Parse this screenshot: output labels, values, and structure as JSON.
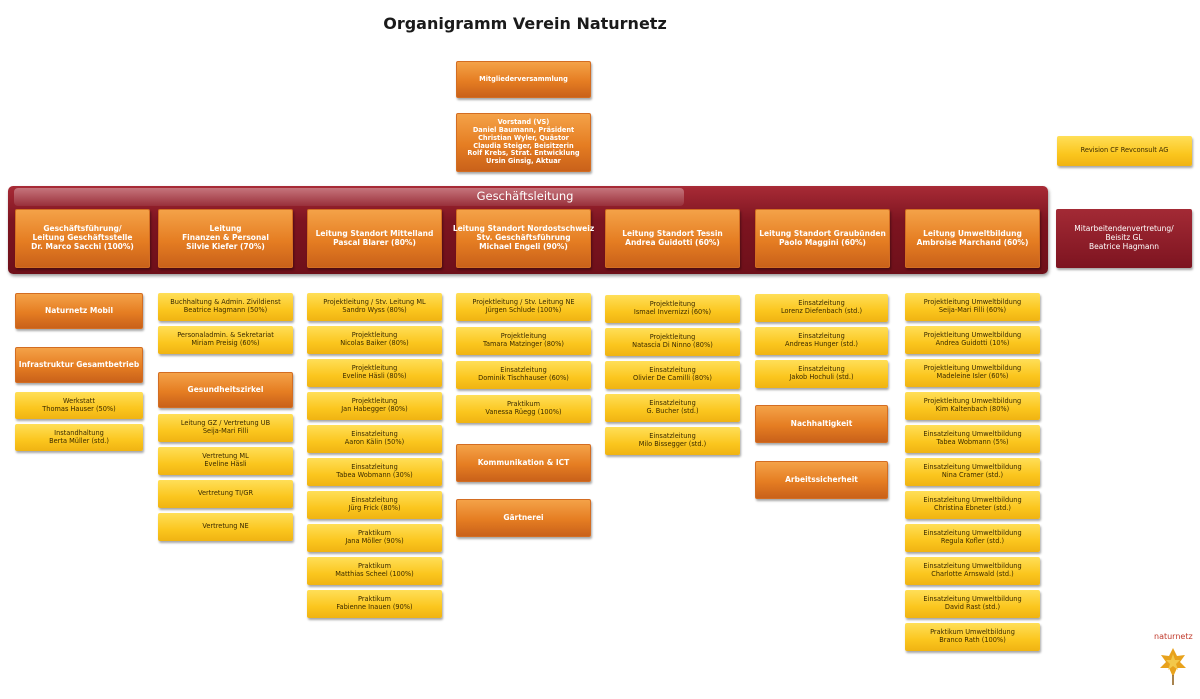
{
  "title": "Organigramm Verein Naturnetz",
  "gl_title": "Geschäftsleitung",
  "logo_text": "naturnetz",
  "colors": {
    "yellow": "#fbc61e",
    "orange": "#e57d22",
    "darkred": "#7d1420"
  },
  "top": {
    "mitglieder": [
      "Mitgliederversammlung"
    ],
    "vorstand": [
      "Vorstand (VS)",
      "Daniel Baumann, Präsident",
      "Christian Wyler, Quästor",
      "Claudia Steiger, Beisitzerin",
      "Rolf Krebs, Strat. Entwicklung",
      "Ursin Ginsig, Aktuar"
    ],
    "revision": [
      "Revision CF Revconsult AG"
    ],
    "mitarbeitende": [
      "Mitarbeitendenvertretung/",
      "Beisitz GL",
      "Beatrice Hagmann"
    ]
  },
  "leaders": [
    [
      "Geschäftsführung/",
      "Leitung Geschäftsstelle",
      "Dr. Marco Sacchi (100%)"
    ],
    [
      "Leitung",
      "Finanzen & Personal",
      "Silvie Kiefer (70%)"
    ],
    [
      "Leitung Standort Mittelland",
      "Pascal Blarer (80%)"
    ],
    [
      "Leitung Standort Nordostschweiz",
      "Stv. Geschäftsführung",
      "Michael Engeli (90%)"
    ],
    [
      "Leitung Standort Tessin",
      "Andrea Guidotti (60%)"
    ],
    [
      "Leitung Standort Graubünden",
      "Paolo Maggini (60%)"
    ],
    [
      "Leitung Umweltbildung",
      "Ambroise Marchand (60%)"
    ]
  ],
  "col1": {
    "mobil": [
      "Naturnetz Mobil"
    ],
    "infra": [
      "Infrastruktur Gesamtbetrieb"
    ],
    "items": [
      [
        "Werkstatt",
        "Thomas Hauser (50%)"
      ],
      [
        "Instandhaltung",
        "Berta Müller (std.)"
      ]
    ]
  },
  "col2": {
    "items_top": [
      [
        "Buchhaltung & Admin. Zivildienst",
        "Beatrice Hagmann (50%)"
      ],
      [
        "Personaladmin. & Sekretariat",
        "Miriam Preisig (60%)"
      ]
    ],
    "gesundheit": [
      "Gesundheitszirkel"
    ],
    "items_bottom": [
      [
        "Leitung GZ / Vertretung UB",
        "Seija-Mari Filli"
      ],
      [
        "Vertretung ML",
        "Eveline Häsli"
      ],
      [
        "Vertretung TI/GR"
      ],
      [
        "Vertretung NE"
      ]
    ]
  },
  "col3": [
    [
      "Projektleitung / Stv. Leitung ML",
      "Sandro Wyss (80%)"
    ],
    [
      "Projektleitung",
      "Nicolas Baiker (80%)"
    ],
    [
      "Projektleitung",
      "Eveline Häsli (80%)"
    ],
    [
      "Projektleitung",
      "Jan Habegger (80%)"
    ],
    [
      "Einsatzleitung",
      "Aaron Kälin (50%)"
    ],
    [
      "Einsatzleitung",
      "Tabea Wobmann (30%)"
    ],
    [
      "Einsatzleitung",
      "Jürg Frick (80%)"
    ],
    [
      "Praktikum",
      "Jana Möller (90%)"
    ],
    [
      "Praktikum",
      "Matthias Scheel (100%)"
    ],
    [
      "Praktikum",
      "Fabienne Inauen (90%)"
    ]
  ],
  "col4": {
    "items": [
      [
        "Projektleitung / Stv. Leitung NE",
        "Jürgen Schlude (100%)"
      ],
      [
        "Projektleitung",
        "Tamara Matzinger (80%)"
      ],
      [
        "Einsatzleitung",
        "Dominik Tischhauser (60%)"
      ],
      [
        "Praktikum",
        "Vanessa Rüegg (100%)"
      ]
    ],
    "kommunikation": [
      "Kommunikation & ICT"
    ],
    "gaertnerei": [
      "Gärtnerei"
    ]
  },
  "col5": [
    [
      "Projektleitung",
      "Ismael Invernizzi (60%)"
    ],
    [
      "Projektleitung",
      "Natascia Di Ninno (80%)"
    ],
    [
      "Einsatzleitung",
      "Olivier De Camilli (80%)"
    ],
    [
      "Einsatzleitung",
      "G. Bucher (std.)"
    ],
    [
      "Einsatzleitung",
      "Milo Bissegger (std.)"
    ]
  ],
  "col6": {
    "items": [
      [
        "Einsatzleitung",
        "Lorenz Diefenbach (std.)"
      ],
      [
        "Einsatzleitung",
        "Andreas Hunger (std.)"
      ],
      [
        "Einsatzleitung",
        "Jakob Hochuli (std.)"
      ]
    ],
    "nachhaltigkeit": [
      "Nachhaltigkeit"
    ],
    "arbeitssicherheit": [
      "Arbeitssicherheit"
    ]
  },
  "col7": [
    [
      "Projektleitung Umweltbildung",
      "Seija-Mari Filli (60%)"
    ],
    [
      "Projektleitung Umweltbildung",
      "Andrea Guidotti (10%)"
    ],
    [
      "Projektleitung Umweltbildung",
      "Madeleine Isler (60%)"
    ],
    [
      "Projektleitung Umweltbildung",
      "Kim Kaltenbach (80%)"
    ],
    [
      "Einsatzleitung Umweltbildung",
      "Tabea Wobmann (5%)"
    ],
    [
      "Einsatzleitung Umweltbildung",
      "Nina Cramer (std.)"
    ],
    [
      "Einsatzleitung Umweltbildung",
      "Christina Ebneter (std.)"
    ],
    [
      "Einsatzleitung Umweltbildung",
      "Regula Kofler (std.)"
    ],
    [
      "Einsatzleitung Umweltbildung",
      "Charlotte Arnswald (std.)"
    ],
    [
      "Einsatzleitung Umweltbildung",
      "David Rast (std.)"
    ],
    [
      "Praktikum Umweltbildung",
      "Branco Rath (100%)"
    ]
  ]
}
